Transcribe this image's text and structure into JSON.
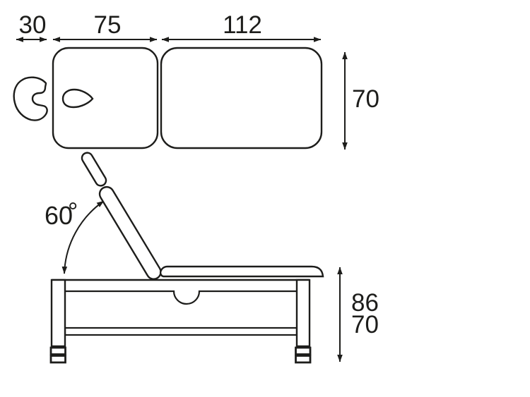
{
  "figure": {
    "background_color": "#ffffff",
    "line_color": "#1d1d1b",
    "top_view": {
      "headrest_width": "30",
      "head_section_width": "75",
      "body_section_width": "112",
      "depth": "70"
    },
    "side_view": {
      "backrest_angle": "60",
      "angle_unit": "°",
      "height_max": "86",
      "height_min": "70"
    }
  }
}
